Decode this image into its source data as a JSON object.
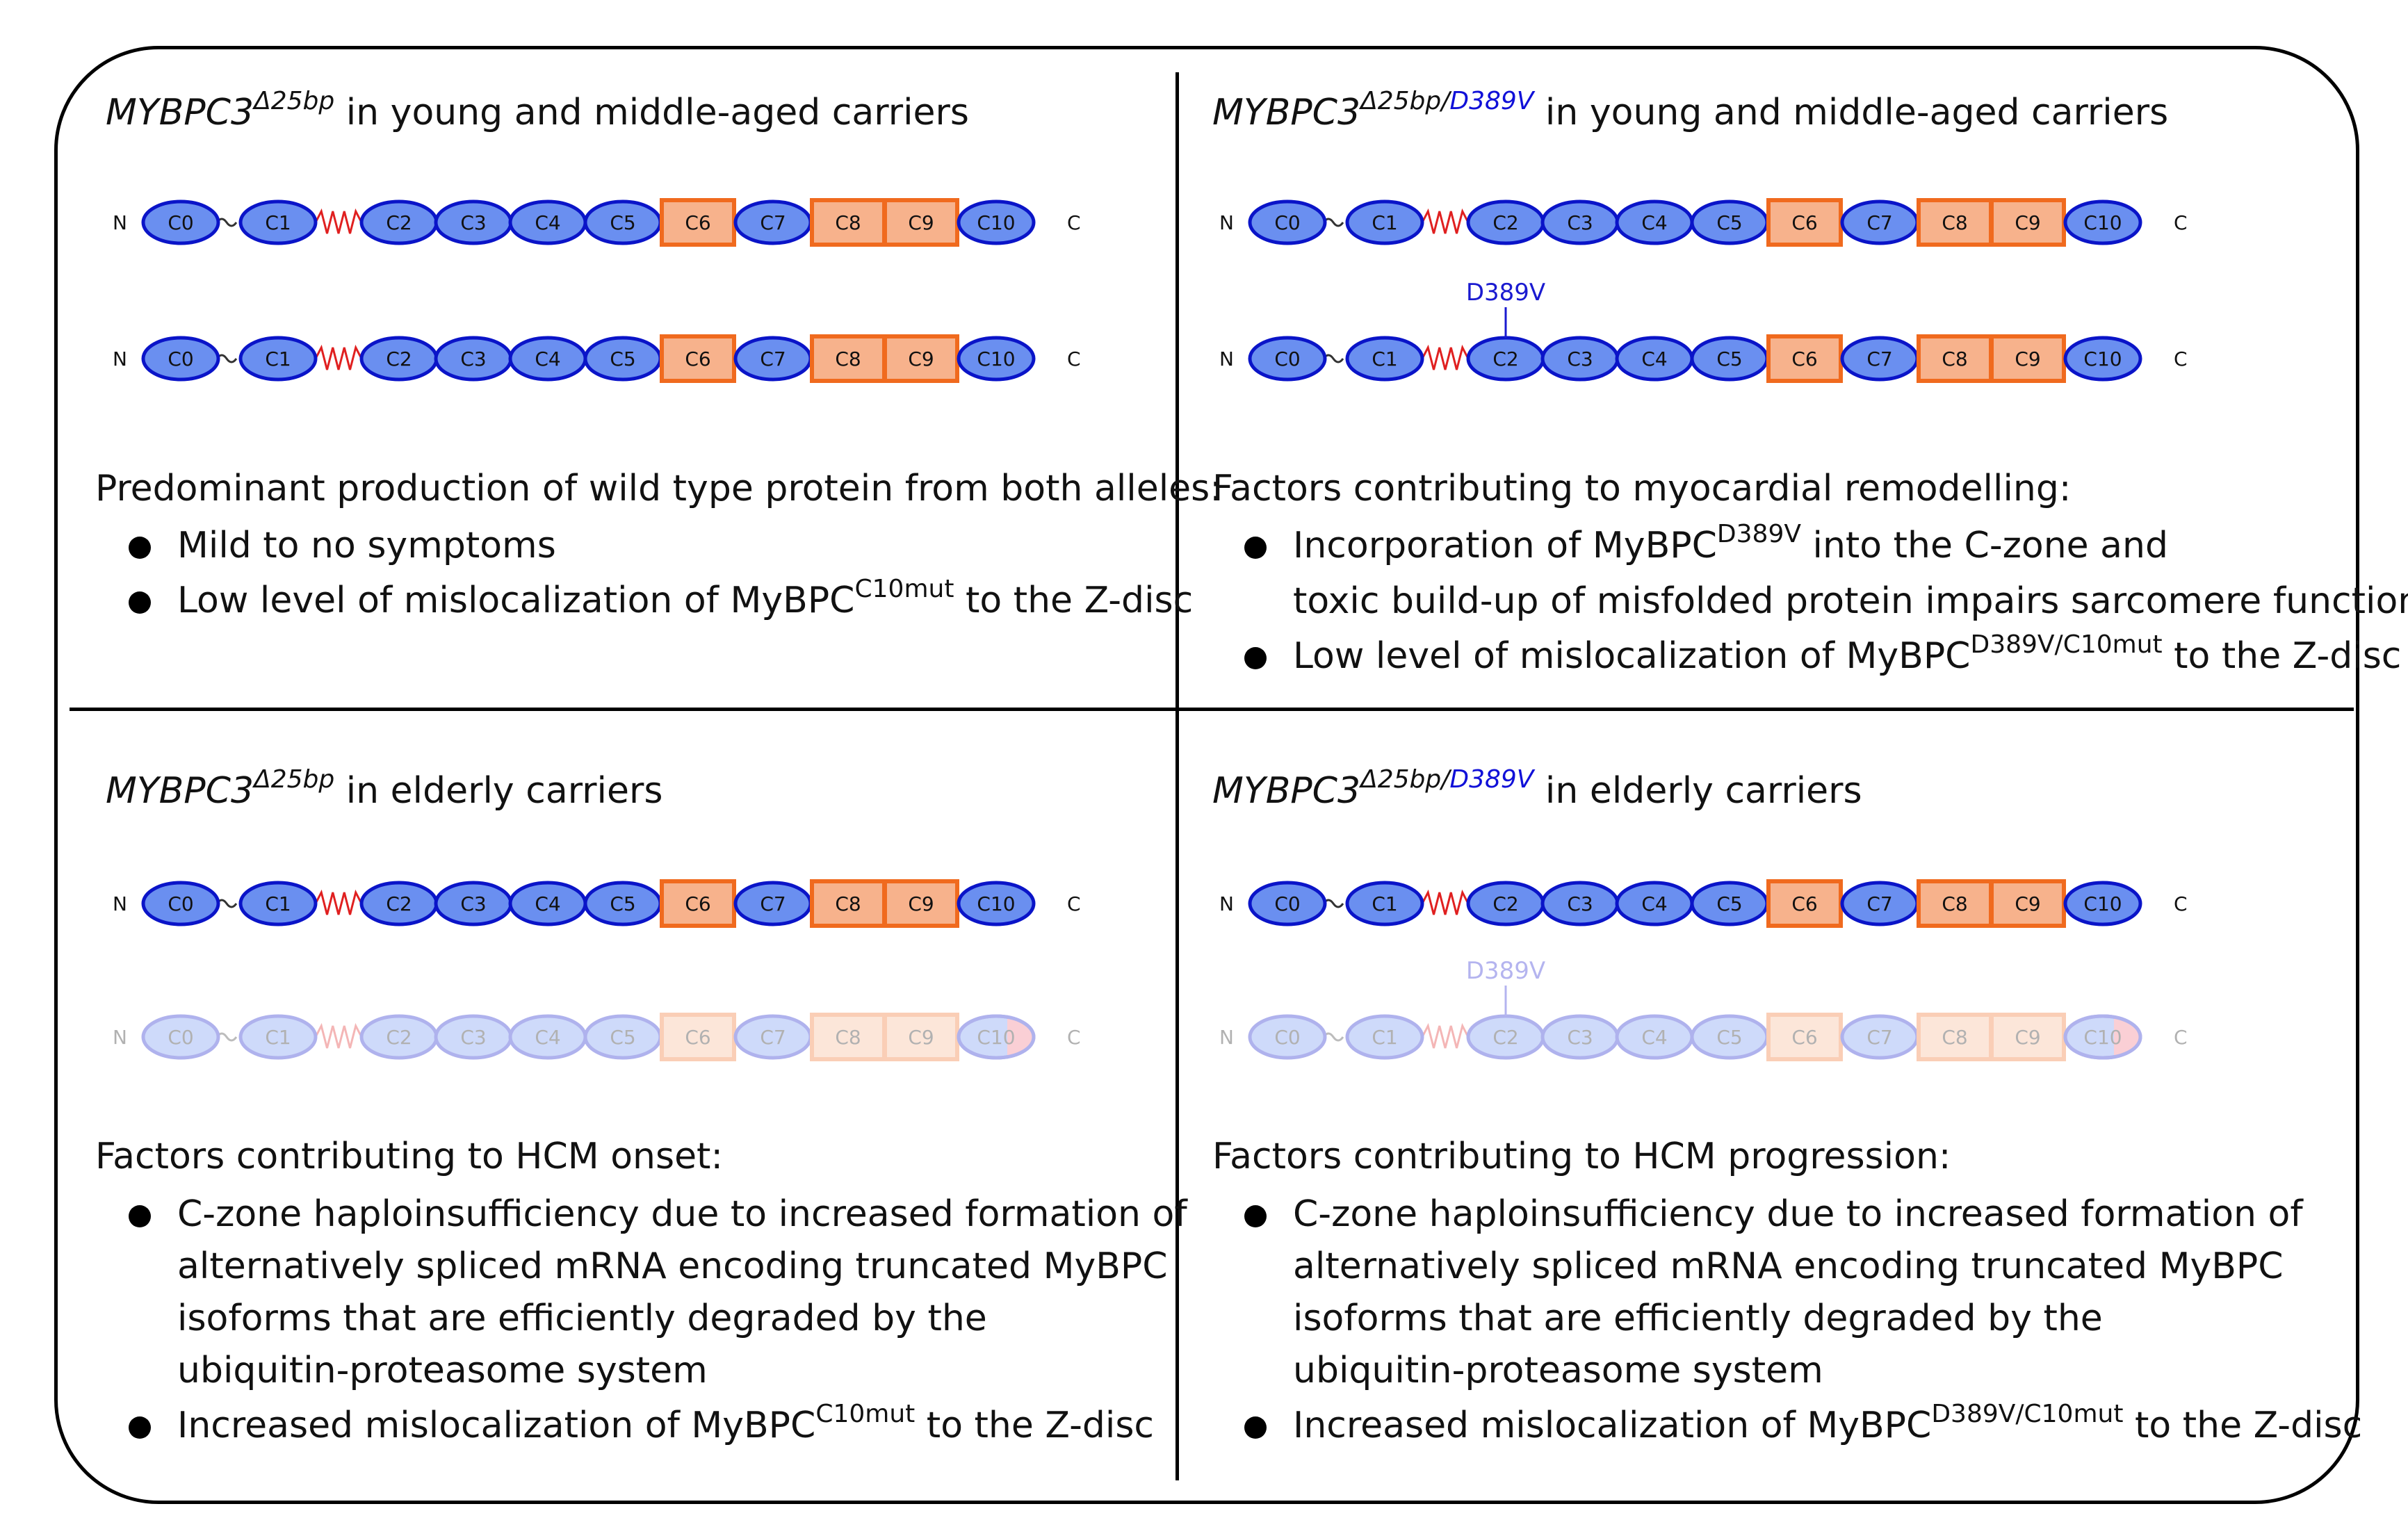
{
  "panels": [
    {
      "id": "top-left",
      "title": {
        "gene": "MYBPC3",
        "sup_plain": "Δ25bp",
        "sup_blue": "",
        "suffix": " in young and middle-aged carriers"
      },
      "rows": [
        {
          "faded": false,
          "mutation_label": "",
          "c10_mut": false
        },
        {
          "faded": false,
          "mutation_label": "",
          "c10_mut": false
        }
      ],
      "heading": "Predominant production of wild type protein from both alleles:",
      "bullets": [
        {
          "lines": [
            {
              "before": "Mild to no symptoms",
              "sup": "",
              "after": ""
            }
          ]
        },
        {
          "lines": [
            {
              "before": "Low level of mislocalization of MyBPC",
              "sup": "C10mut",
              "after": " to the Z-disc"
            }
          ]
        }
      ]
    },
    {
      "id": "top-right",
      "title": {
        "gene": "MYBPC3",
        "sup_plain": "Δ25bp/",
        "sup_blue": "D389V",
        "suffix": " in young and middle-aged carriers"
      },
      "rows": [
        {
          "faded": false,
          "mutation_label": "",
          "c10_mut": false
        },
        {
          "faded": false,
          "mutation_label": "D389V",
          "c10_mut": false
        }
      ],
      "heading": "Factors contributing to myocardial remodelling:",
      "bullets": [
        {
          "lines": [
            {
              "before": "Incorporation of  MyBPC",
              "sup": "D389V",
              "after": " into the C-zone and"
            },
            {
              "before": "toxic build-up of misfolded protein impairs sarcomere function",
              "sup": "",
              "after": ""
            }
          ]
        },
        {
          "lines": [
            {
              "before": "Low level of mislocalization of MyBPC",
              "sup": "D389V/C10mut",
              "after": " to the Z-disc"
            }
          ]
        }
      ]
    },
    {
      "id": "bottom-left",
      "title": {
        "gene": "MYBPC3",
        "sup_plain": "Δ25bp",
        "sup_blue": "",
        "suffix": " in elderly carriers"
      },
      "rows": [
        {
          "faded": false,
          "mutation_label": "",
          "c10_mut": false
        },
        {
          "faded": true,
          "mutation_label": "",
          "c10_mut": true
        }
      ],
      "heading": "Factors contributing to HCM onset:",
      "bullets": [
        {
          "lines": [
            {
              "before": "C-zone haploinsufficiency due to increased formation of",
              "sup": "",
              "after": ""
            },
            {
              "before": "alternatively spliced mRNA encoding truncated MyBPC",
              "sup": "",
              "after": ""
            },
            {
              "before": "isoforms that are efficiently degraded by the",
              "sup": "",
              "after": ""
            },
            {
              "before": "ubiquitin-proteasome system",
              "sup": "",
              "after": ""
            }
          ]
        },
        {
          "lines": [
            {
              "before": "Increased mislocalization of MyBPC",
              "sup": "C10mut",
              "after": " to the Z-disc"
            }
          ]
        }
      ]
    },
    {
      "id": "bottom-right",
      "title": {
        "gene": "MYBPC3",
        "sup_plain": "Δ25bp/",
        "sup_blue": "D389V",
        "suffix": " in elderly carriers"
      },
      "rows": [
        {
          "faded": false,
          "mutation_label": "",
          "c10_mut": false
        },
        {
          "faded": true,
          "mutation_label": "D389V",
          "c10_mut": true
        }
      ],
      "heading": "Factors contributing to HCM progression:",
      "bullets": [
        {
          "lines": [
            {
              "before": "C-zone haploinsufficiency due to increased formation of",
              "sup": "",
              "after": ""
            },
            {
              "before": "alternatively spliced mRNA encoding truncated MyBPC",
              "sup": "",
              "after": ""
            },
            {
              "before": "isoforms that are efficiently degraded by the",
              "sup": "",
              "after": ""
            },
            {
              "before": "ubiquitin-proteasome system",
              "sup": "",
              "after": ""
            }
          ]
        },
        {
          "lines": [
            {
              "before": "Increased mislocalization of MyBPC",
              "sup": "D389V/C10mut",
              "after": " to the Z-disc"
            }
          ]
        }
      ]
    }
  ],
  "protein": {
    "n_label": "N",
    "c_label": "C",
    "domains": [
      {
        "label": "C0",
        "kind": "ig"
      },
      {
        "label": "C1",
        "kind": "ig"
      },
      {
        "label": "C2",
        "kind": "ig"
      },
      {
        "label": "C3",
        "kind": "ig"
      },
      {
        "label": "C4",
        "kind": "ig"
      },
      {
        "label": "C5",
        "kind": "ig"
      },
      {
        "label": "C6",
        "kind": "fn"
      },
      {
        "label": "C7",
        "kind": "ig"
      },
      {
        "label": "C8",
        "kind": "fn"
      },
      {
        "label": "C9",
        "kind": "fn"
      },
      {
        "label": "C10",
        "kind": "ig"
      }
    ]
  },
  "colors": {
    "ig_fill": "#6a8ff0",
    "ig_stroke": "#0a14c8",
    "fn_fill": "#f7b28c",
    "fn_stroke": "#f06a1e",
    "linker_red": "#e02020",
    "mutation_blue": "#1a1ad0",
    "c10_mut_red": "#f06b7e"
  }
}
